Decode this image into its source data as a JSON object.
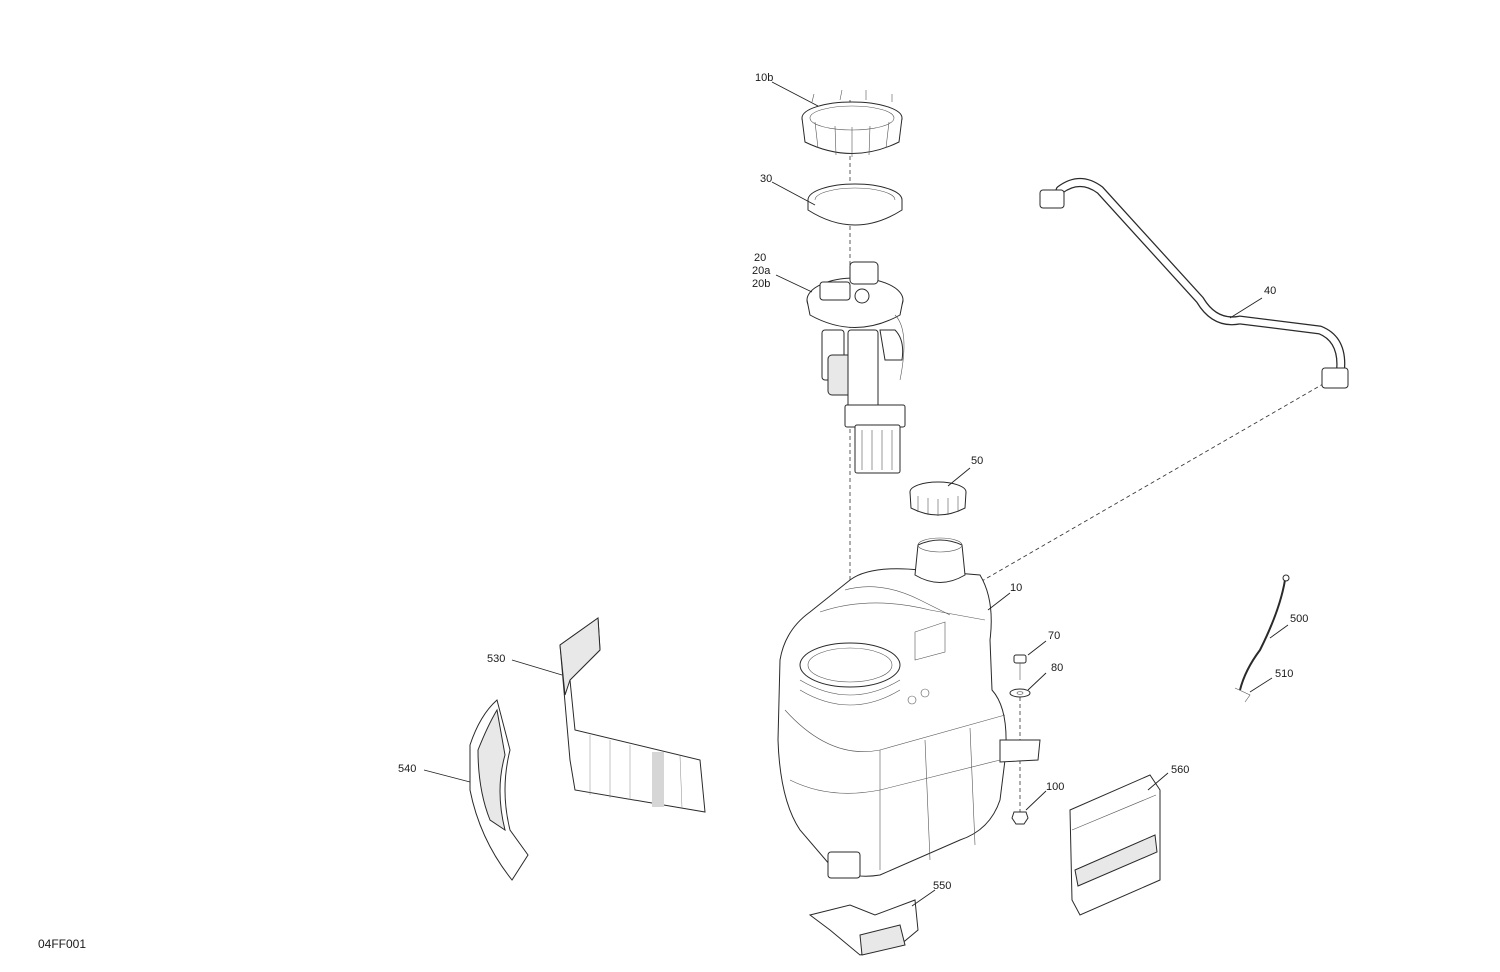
{
  "diagram": {
    "reference_code": "04FF001",
    "callouts": {
      "c10b": "10b",
      "c30": "30",
      "c20": "20",
      "c20a": "20a",
      "c20b": "20b",
      "c40": "40",
      "c50": "50",
      "c10": "10",
      "c70": "70",
      "c80": "80",
      "c100": "100",
      "c500": "500",
      "c510": "510",
      "c530": "530",
      "c540": "540",
      "c550": "550",
      "c560": "560"
    }
  }
}
